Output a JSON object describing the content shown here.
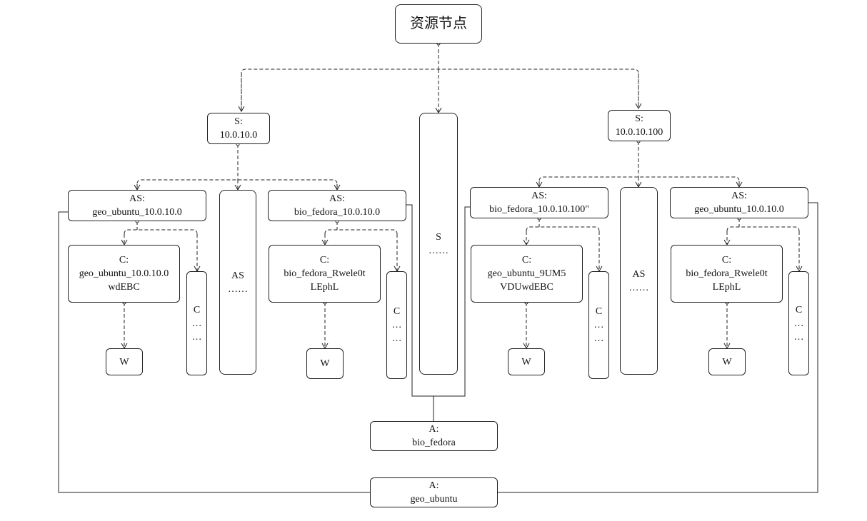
{
  "root": {
    "label": "资源节点"
  },
  "servers": [
    {
      "line1": "S:",
      "line2": "10.0.10.0"
    },
    {
      "line1": "S:",
      "line2": "10.0.10.100"
    }
  ],
  "server_more": {
    "line1": "S",
    "line2": "……"
  },
  "as_nodes": [
    {
      "line1": "AS:",
      "line2": "geo_ubuntu_10.0.10.0"
    },
    {
      "line1": "AS:",
      "line2": "bio_fedora_10.0.10.0"
    },
    {
      "line1": "AS:",
      "line2": "bio_fedora_10.0.10.100\""
    },
    {
      "line1": "AS:",
      "line2": "geo_ubuntu_10.0.10.0"
    }
  ],
  "as_more": {
    "line1": "AS",
    "line2": "……"
  },
  "c_nodes": [
    {
      "line1": "C:",
      "line2": "geo_ubuntu_10.0.10.0",
      "line3": "wdEBC"
    },
    {
      "line1": "C:",
      "line2": "bio_fedora_Rwele0t",
      "line3": "LEphL"
    },
    {
      "line1": "C:",
      "line2": "geo_ubuntu_9UM5",
      "line3": "VDUwdEBC"
    },
    {
      "line1": "C:",
      "line2": "bio_fedora_Rwele0t",
      "line3": "LEphL"
    }
  ],
  "c_more": {
    "line1": "C",
    "line2": "…",
    "line3": "…"
  },
  "w_node": {
    "label": "W"
  },
  "apps": [
    {
      "line1": "A:",
      "line2": "bio_fedora"
    },
    {
      "line1": "A:",
      "line2": "geo_ubuntu"
    }
  ]
}
